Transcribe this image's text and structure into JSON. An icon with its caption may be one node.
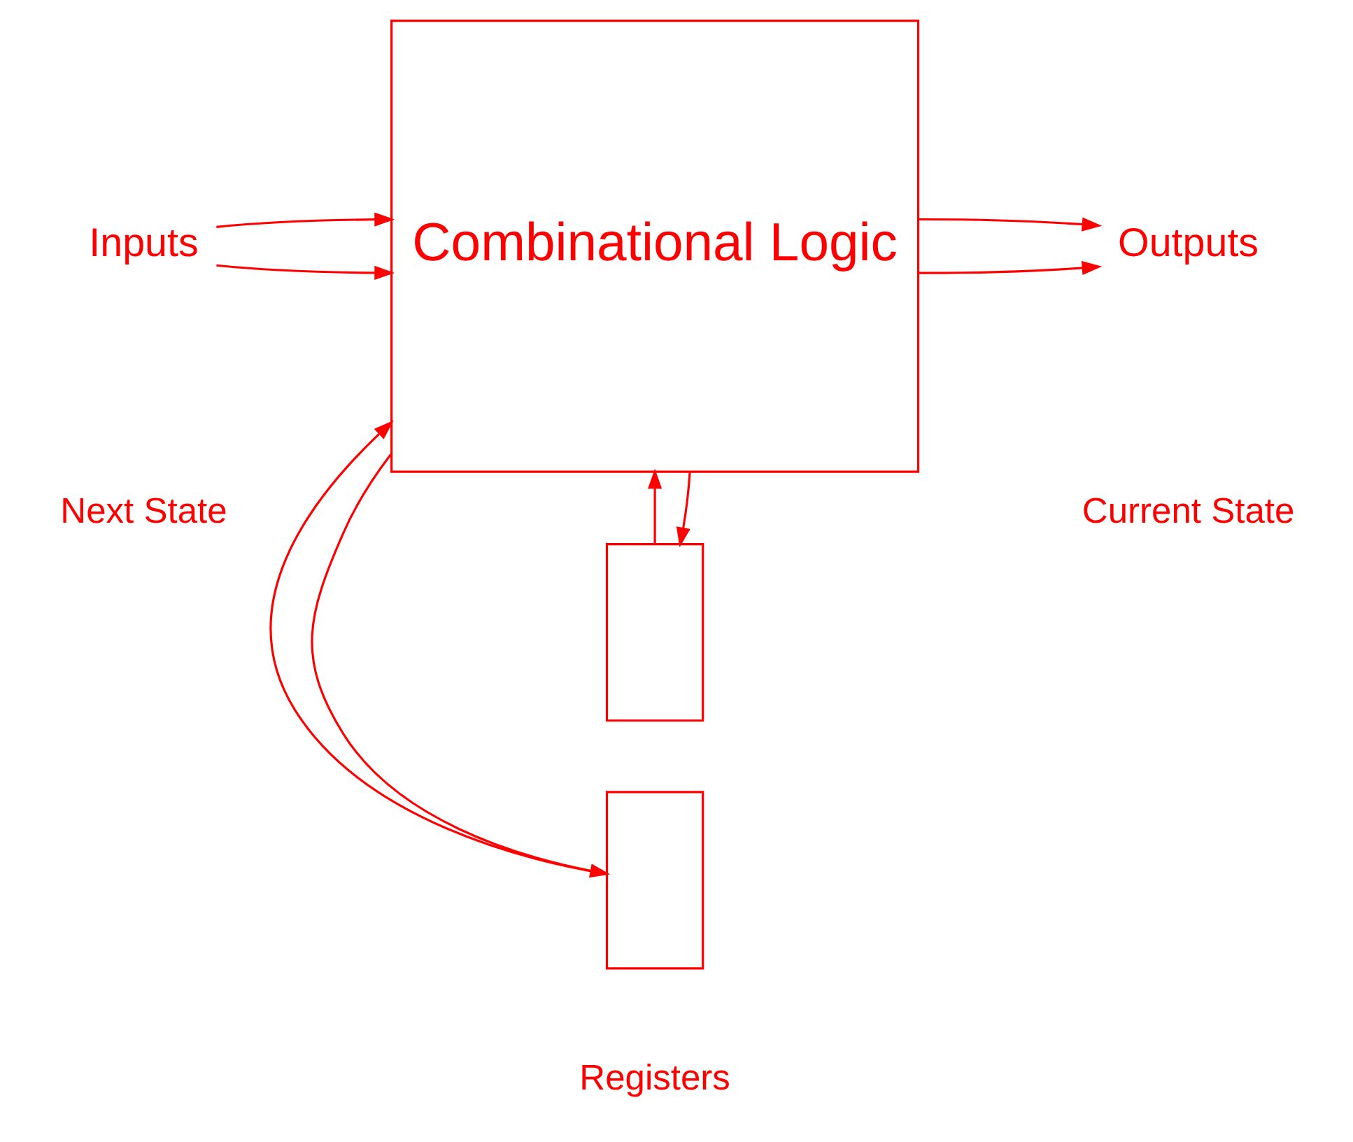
{
  "diagram": {
    "nodes": [
      {
        "text": [
          "Combinational Logic"
        ]
      },
      {
        "text": [],
        "shape": "box"
      },
      {
        "text": [],
        "shape": "box"
      },
      {
        "text": [
          "Inputs"
        ]
      },
      {
        "text": [
          "Outputs"
        ]
      }
    ],
    "edges": [
      {
        "from": 3,
        "to": 0,
        "arrow": "to"
      },
      {
        "from": 3,
        "to": 0,
        "arrow": "to"
      },
      {
        "from": 0,
        "to": 4,
        "arrow": "to"
      },
      {
        "from": 0,
        "to": 4,
        "arrow": "to"
      },
      {
        "from": 0,
        "to": 1,
        "arrow": "to"
      },
      {
        "from": 0,
        "to": 2,
        "arrow": "to"
      },
      {
        "from": 1,
        "to": 0,
        "arrow": "to"
      },
      {
        "from": 2,
        "to": 0,
        "arrow": "to"
      }
    ],
    "labels": [
      "Next State",
      "Current State",
      "Registers"
    ]
  }
}
